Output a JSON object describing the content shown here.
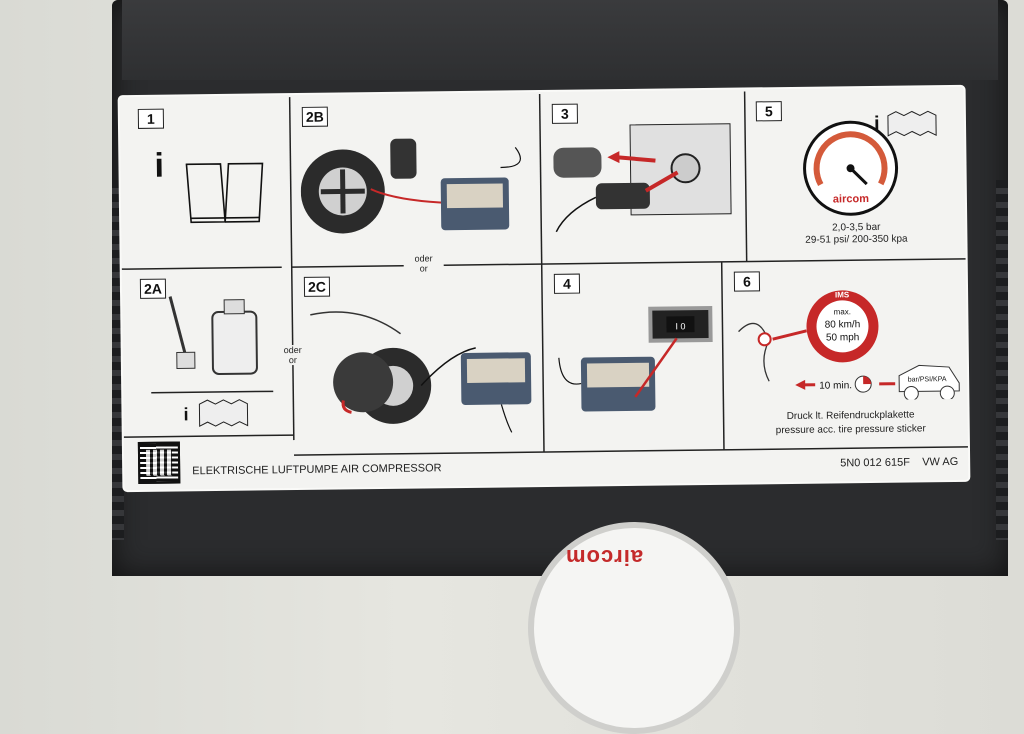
{
  "panels": {
    "p1": {
      "num": "1"
    },
    "p2b": {
      "num": "2B"
    },
    "p3": {
      "num": "3"
    },
    "p5": {
      "num": "5",
      "range1": "2,0-3,5 bar",
      "range2": "29-51 psi/ 200-350 kpa",
      "gauge_brand": "aircom"
    },
    "p2a": {
      "num": "2A"
    },
    "p2c": {
      "num": "2C"
    },
    "p4": {
      "num": "4",
      "switch": "I  0"
    },
    "p6": {
      "num": "6",
      "speed_max": "max.",
      "speed_kmh": "80 km/h",
      "speed_mph": "50 mph",
      "badge_top": "IMS",
      "time": "10 min.",
      "car_label": "bar/PSI/KPA",
      "desc_de": "Druck lt. Reifendruckplakette",
      "desc_en": "pressure acc. tire pressure sticker"
    }
  },
  "oder1": "oder",
  "or1": "or",
  "oder2": "oder",
  "or2": "or",
  "footer": {
    "title": "ELEKTRISCHE LUFTPUMPE   AIR COMPRESSOR",
    "part": "5N0 012 615F",
    "maker": "VW AG"
  },
  "device_brand": "aircom"
}
